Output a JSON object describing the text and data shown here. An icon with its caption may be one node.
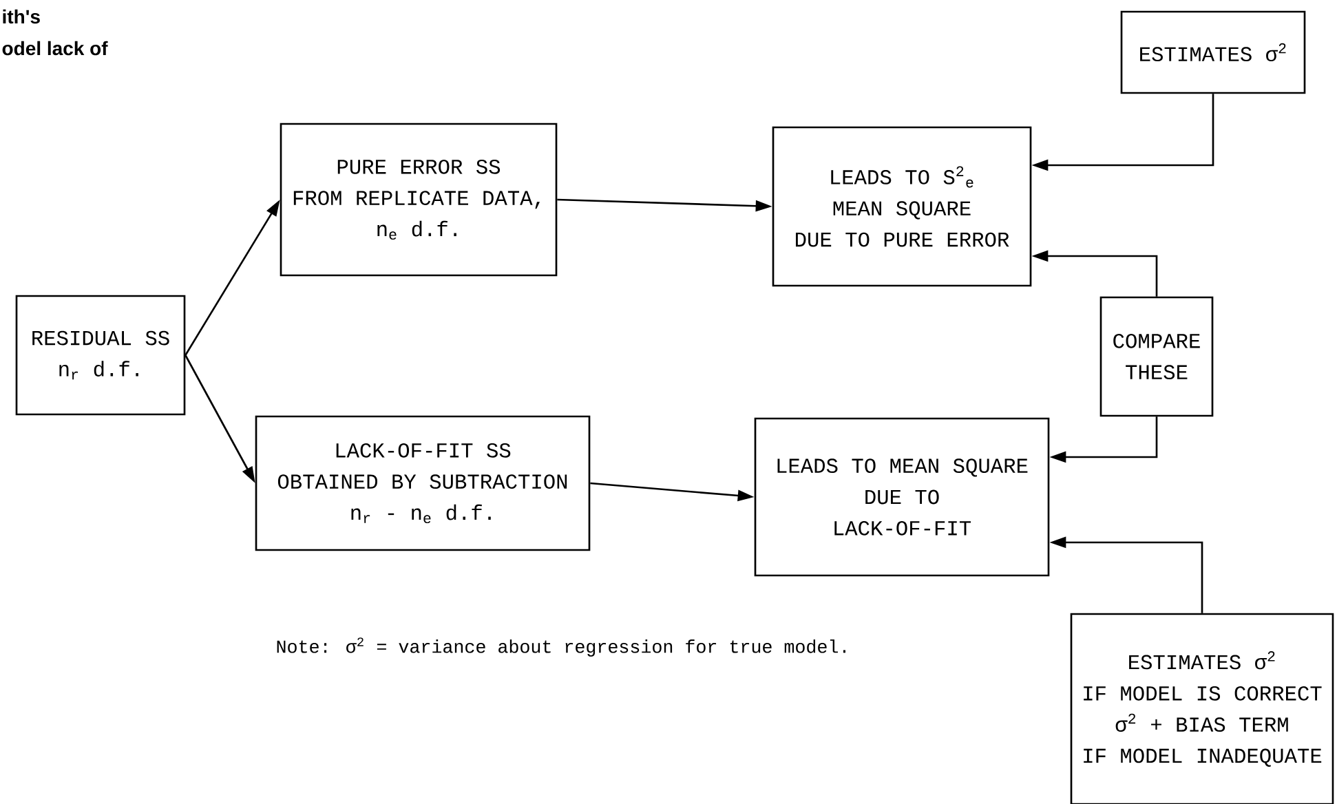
{
  "diagram": {
    "nodes": [
      {
        "text": [
          "RESIDUAL SS",
          "n$_{r}$ d.f."
        ]
      },
      {
        "text": [
          "PURE ERROR SS",
          "FROM REPLICATE DATA,",
          "n$_{e}$ d.f."
        ]
      },
      {
        "text": [
          "LACK-OF-FIT SS",
          "OBTAINED BY SUBTRACTION",
          "n$_{r}$ - n$_{e}$ d.f."
        ]
      },
      {
        "text": [
          "LEADS TO S$^{2}$$_{e}$",
          "MEAN SQUARE",
          "DUE TO PURE ERROR"
        ]
      },
      {
        "text": [
          "LEADS TO MEAN SQUARE",
          "DUE TO",
          "LACK-OF-FIT"
        ]
      },
      {
        "text": [
          "ESTIMATES σ$^{2}$"
        ]
      },
      {
        "text": [
          "COMPARE",
          "THESE"
        ]
      },
      {
        "text": [
          "ESTIMATES σ$^{2}$",
          "IF MODEL IS CORRECT",
          "σ$^{2}$ + BIAS TERM",
          "IF MODEL INADEQUATE"
        ]
      }
    ],
    "edges": [
      {
        "from": 0,
        "to": 1,
        "arrow": "to"
      },
      {
        "from": 0,
        "to": 2,
        "arrow": "to"
      },
      {
        "from": 1,
        "to": 3,
        "arrow": "to"
      },
      {
        "from": 2,
        "to": 4,
        "arrow": "to"
      },
      {
        "from": 5,
        "to": 3,
        "arrow": "to"
      },
      {
        "from": 6,
        "to": 3,
        "arrow": "to"
      },
      {
        "from": 6,
        "to": 4,
        "arrow": "to"
      },
      {
        "from": 7,
        "to": 4,
        "arrow": "to"
      }
    ],
    "labels": [
      "ith's",
      "odel lack of",
      "Note: σ$^{2}$ = variance about regression for true model."
    ]
  }
}
